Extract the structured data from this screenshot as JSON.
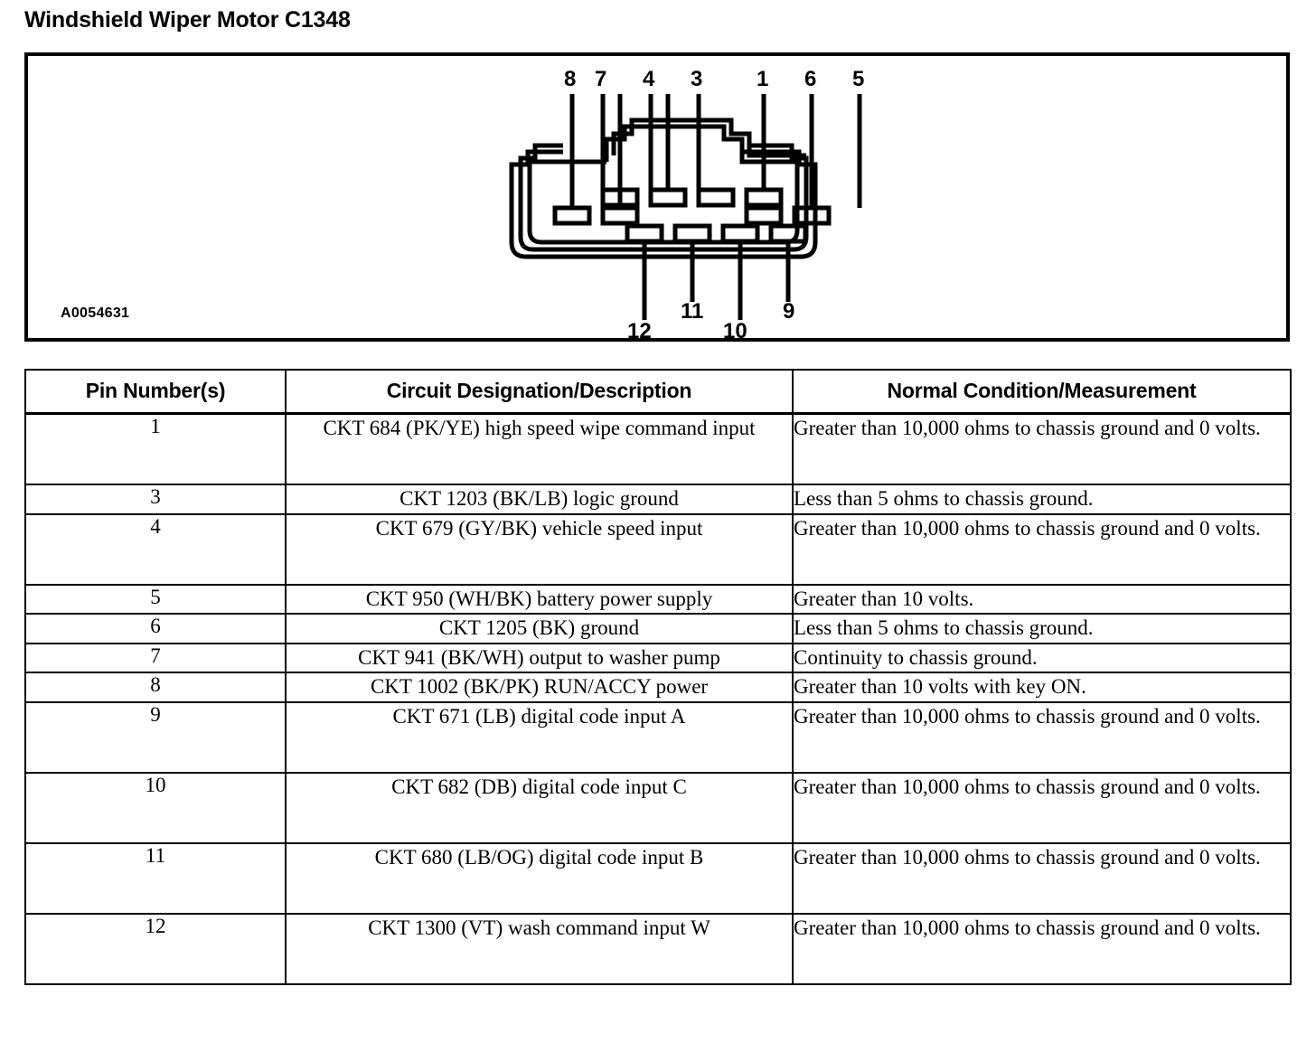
{
  "page": {
    "title": "Windshield Wiper Motor C1348"
  },
  "diagram": {
    "code_label": "A0054631",
    "alt": "connector-face-view",
    "top_pin_labels": [
      "8",
      "7",
      "4",
      "3",
      "1",
      "6",
      "5"
    ],
    "bottom_pin_labels": [
      "12",
      "11",
      "10",
      "9"
    ],
    "cavity_count": 12
  },
  "table": {
    "headers": {
      "pin": "Pin Number(s)",
      "description": "Circuit Designation/Description",
      "measurement": "Normal Condition/Measurement"
    },
    "rows": [
      {
        "pin": "1",
        "description": "CKT 684 (PK/YE) high speed wipe command input",
        "measurement": "Greater than 10,000 ohms to chassis ground and 0 volts.",
        "tall": true
      },
      {
        "pin": "3",
        "description": "CKT 1203 (BK/LB) logic ground",
        "measurement": "Less than 5 ohms to chassis ground.",
        "tall": false
      },
      {
        "pin": "4",
        "description": "CKT 679 (GY/BK) vehicle speed input",
        "measurement": "Greater than 10,000 ohms to chassis ground and 0 volts.",
        "tall": true
      },
      {
        "pin": "5",
        "description": "CKT 950 (WH/BK) battery power supply",
        "measurement": "Greater than 10 volts.",
        "tall": false
      },
      {
        "pin": "6",
        "description": "CKT 1205 (BK) ground",
        "measurement": "Less than 5 ohms to chassis ground.",
        "tall": false
      },
      {
        "pin": "7",
        "description": "CKT 941 (BK/WH) output to washer pump",
        "measurement": "Continuity to chassis ground.",
        "tall": false
      },
      {
        "pin": "8",
        "description": "CKT 1002 (BK/PK) RUN/ACCY power",
        "measurement": "Greater than 10 volts with key ON.",
        "tall": false
      },
      {
        "pin": "9",
        "description": "CKT 671 (LB) digital code input A",
        "measurement": "Greater than 10,000 ohms to chassis ground and 0 volts.",
        "tall": true
      },
      {
        "pin": "10",
        "description": "CKT 682 (DB) digital code input C",
        "measurement": "Greater than 10,000 ohms to chassis ground and 0 volts.",
        "tall": true
      },
      {
        "pin": "11",
        "description": "CKT 680 (LB/OG) digital code input B",
        "measurement": "Greater than 10,000 ohms to chassis ground and 0 volts.",
        "tall": true
      },
      {
        "pin": "12",
        "description": "CKT 1300 (VT) wash command input W",
        "measurement": "Greater than 10,000 ohms to chassis ground and 0 volts.",
        "tall": true
      }
    ]
  }
}
